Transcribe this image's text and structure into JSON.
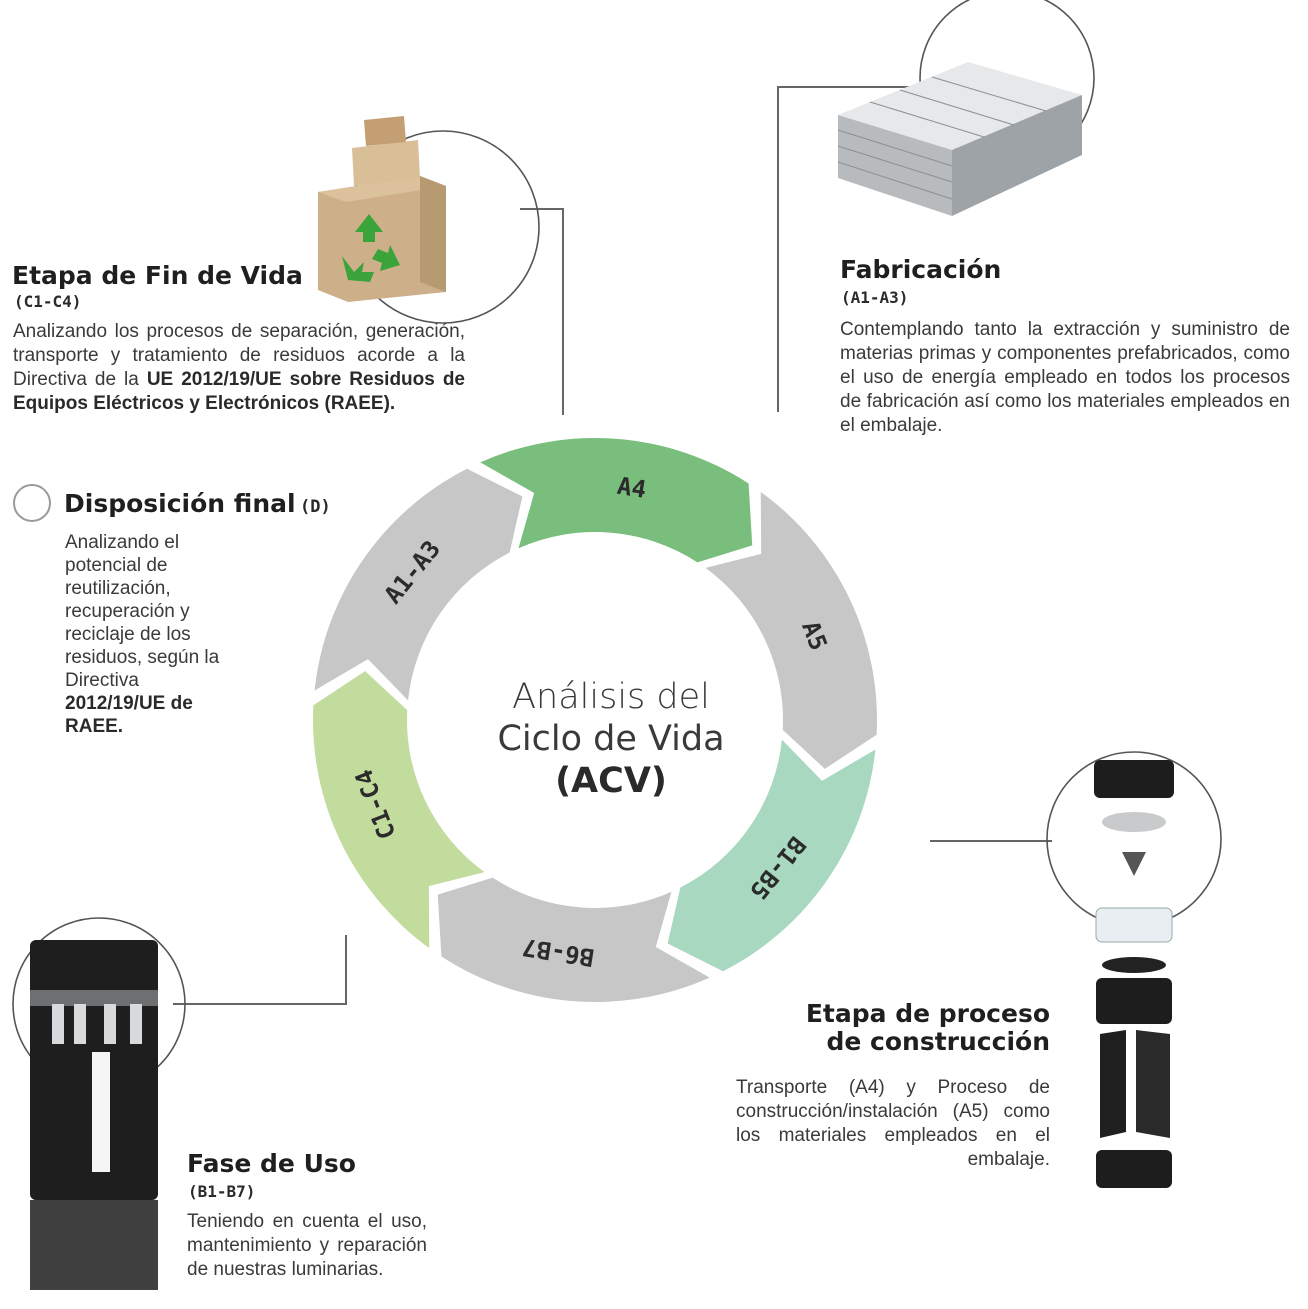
{
  "center": {
    "line1": "Análisis del",
    "line2": "Ciclo de Vida",
    "line3": "(ACV)"
  },
  "cycle": [
    {
      "label": "A1-A3",
      "color": "#c7c7c7"
    },
    {
      "label": "A4",
      "color": "#79be7c"
    },
    {
      "label": "A5",
      "color": "#c7c7c7"
    },
    {
      "label": "B1-B5",
      "color": "#a9d8c1"
    },
    {
      "label": "B6-B7",
      "color": "#c7c7c7"
    },
    {
      "label": "C1-C4",
      "color": "#c2dc9e"
    }
  ],
  "fin_vida": {
    "title": "Etapa de Fin de Vida",
    "code": "(C1-C4)",
    "text": "Analizando los procesos de separación, generación, transporte y tratamiento de residuos acorde a la Directiva de la ",
    "bold": "UE 2012/19/UE sobre Residuos de Equipos Eléctricos y Electrónicos (RAEE)."
  },
  "disposicion": {
    "title": "Disposición final",
    "code": "(D)",
    "text": "Analizando el potencial de reutilización, recuperación y reciclaje de los residuos, según la Directiva ",
    "bold": "2012/19/UE de RAEE."
  },
  "fabricacion": {
    "title": "Fabricación",
    "code": "(A1-A3)",
    "text": "Contemplando tanto la extracción y suministro de materias primas y componentes prefabricados, como el uso de energía empleado en todos los procesos de fabricación así como los materiales empleados en el embalaje."
  },
  "construccion": {
    "title_line1": "Etapa de proceso",
    "title_line2": "de construcción",
    "text": "Transporte (A4) y Proceso de construcción/instalación (A5) como los materiales empleados en el embalaje."
  },
  "uso": {
    "title": "Fase de Uso",
    "code": "(B1-B7)",
    "text": "Teniendo en cuenta el uso, mantenimiento y reparación de nuestras luminarias."
  },
  "colors": {
    "gray": "#c7c7c7",
    "green_dark": "#79be7c",
    "green_mint": "#a9d8c1",
    "green_light": "#c2dc9e",
    "text": "#3a3a3a",
    "line": "#666666"
  }
}
